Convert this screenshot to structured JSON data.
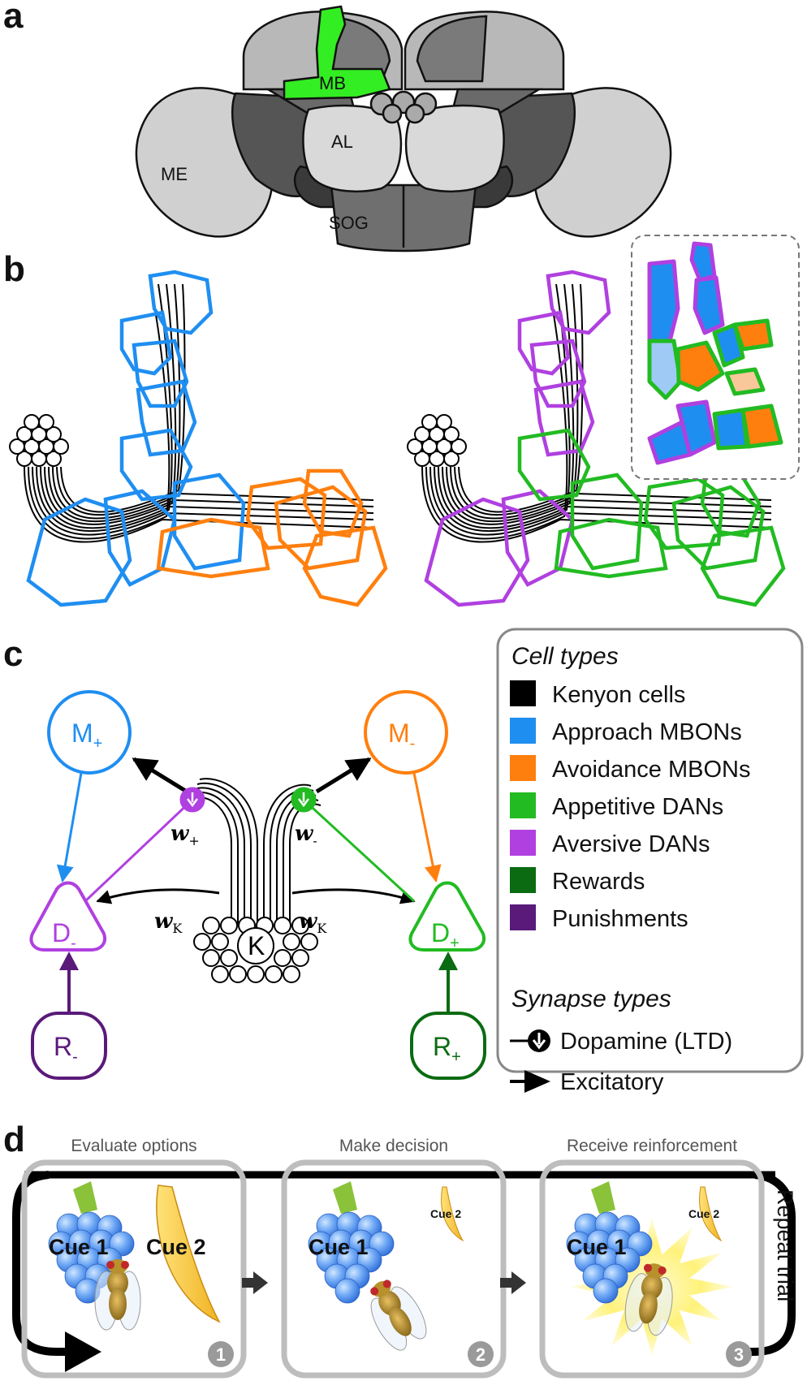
{
  "colors": {
    "kenyon": "#000000",
    "approach": "#1f8ef1",
    "avoidance": "#ff7f0e",
    "appetitive": "#22bb22",
    "aversive": "#b040e0",
    "rewards": "#0a6b12",
    "punishments": "#5a1a7a",
    "mb_highlight": "#33ee22"
  },
  "panel_a": {
    "letter": "a",
    "labels": {
      "mb": "MB",
      "al": "AL",
      "me": "ME",
      "sog": "SOG"
    }
  },
  "panel_b": {
    "letter": "b"
  },
  "panel_c": {
    "letter": "c",
    "nodes": {
      "m_plus": {
        "main": "M",
        "sub": "+"
      },
      "m_minus": {
        "main": "M",
        "sub": "-"
      },
      "d_minus": {
        "main": "D",
        "sub": "-"
      },
      "d_plus": {
        "main": "D",
        "sub": "+"
      },
      "r_minus": {
        "main": "R",
        "sub": "-"
      },
      "r_plus": {
        "main": "R",
        "sub": "+"
      },
      "k": "K"
    },
    "weights": {
      "w_plus": {
        "main": "w",
        "sub": "+"
      },
      "w_minus": {
        "main": "w",
        "sub": "-"
      },
      "wk_left": {
        "main": "w",
        "sub": "K"
      },
      "wk_right": {
        "main": "w",
        "sub": "K"
      }
    }
  },
  "legend": {
    "cell_title": "Cell types",
    "cells": [
      {
        "label": "Kenyon cells",
        "color": "#000000"
      },
      {
        "label": "Approach MBONs",
        "color": "#1f8ef1"
      },
      {
        "label": "Avoidance MBONs",
        "color": "#ff7f0e"
      },
      {
        "label": "Appetitive DANs",
        "color": "#22bb22"
      },
      {
        "label": "Aversive DANs",
        "color": "#b040e0"
      },
      {
        "label": "Rewards",
        "color": "#0a6b12"
      },
      {
        "label": "Punishments",
        "color": "#5a1a7a"
      }
    ],
    "synapse_title": "Synapse types",
    "synapses": [
      {
        "label": "Dopamine (LTD)",
        "icon": "dopamine-synapse-icon"
      },
      {
        "label": "Excitatory",
        "icon": "excitatory-arrow-icon"
      }
    ]
  },
  "panel_d": {
    "letter": "d",
    "steps": [
      {
        "title": "Evaluate options",
        "cue1": "Cue 1",
        "cue2": "Cue 2",
        "number": "1"
      },
      {
        "title": "Make decision",
        "cue1": "Cue 1",
        "cue2": "Cue 2",
        "number": "2"
      },
      {
        "title": "Receive reinforcement",
        "cue1": "Cue 1",
        "cue2": "Cue 2",
        "number": "3"
      }
    ],
    "repeat_label": "Repeat trial"
  }
}
